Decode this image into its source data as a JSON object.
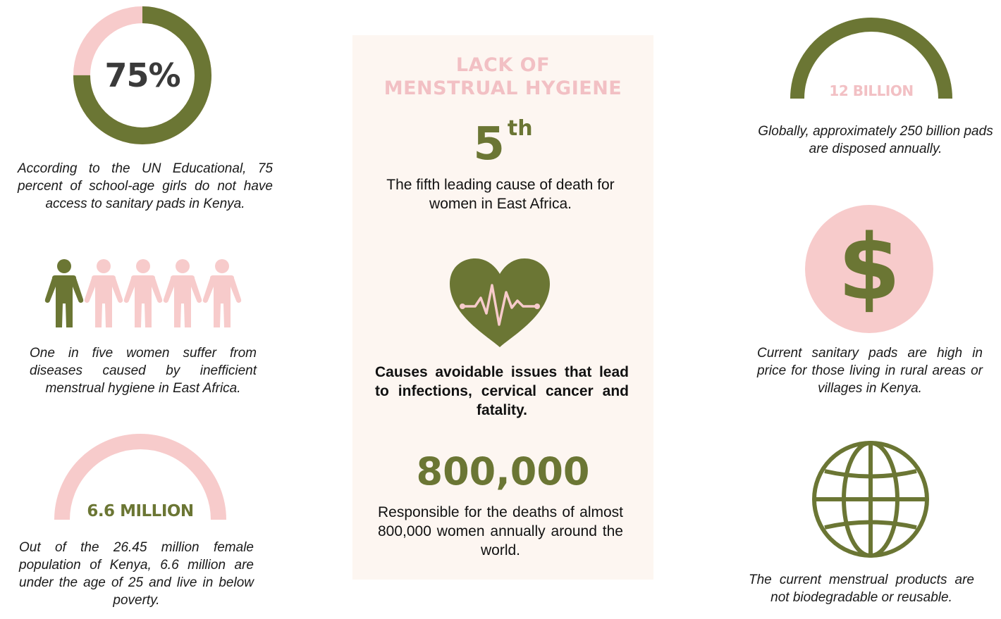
{
  "left": {
    "donut": {
      "value_percent": 75,
      "label": "75%"
    },
    "stat_1": "According to the UN Educational, 75 percent of school-age girls do not have access to sanitary pads in Kenya.",
    "people": {
      "total": 5,
      "highlighted": 1
    },
    "stat_2": "One in five women suffer from diseases caused by inefficient menstrual hygiene in East Africa.",
    "arc_label": "6.6 MILLION",
    "stat_3": "Out of the 26.45 million female population of Kenya, 6.6 million are under the age of 25 and live in below poverty."
  },
  "middle": {
    "title_line1": "LACK OF",
    "title_line2": "MENSTRUAL HYGIENE",
    "rank_number": "5",
    "rank_suffix": "th",
    "rank_text": "The fifth leading cause of death for women in East Africa.",
    "issues_text": "Causes avoidable issues  that lead to infections, cervical cancer and fatality.",
    "big_number": "800,000",
    "deaths_text": "Responsible for the deaths of almost 800,000 women annually around the world."
  },
  "right": {
    "arc_label": "12 BILLION",
    "stat_4": "Globally, approximately 250 billion pads are disposed annually.",
    "stat_5": "Current sanitary pads are high in price for those living in rural areas or villages in Kenya.",
    "stat_6": "The current menstrual products are not biodegradable or reusable."
  },
  "colors": {
    "olive": "#6b7634",
    "pink": "#f7cbcb",
    "pink_text": "#f2c0c4",
    "panel_bg": "#fdf6f1"
  },
  "icons": [
    "person-icon",
    "heartbeat-icon",
    "dollar-icon",
    "globe-icon"
  ]
}
